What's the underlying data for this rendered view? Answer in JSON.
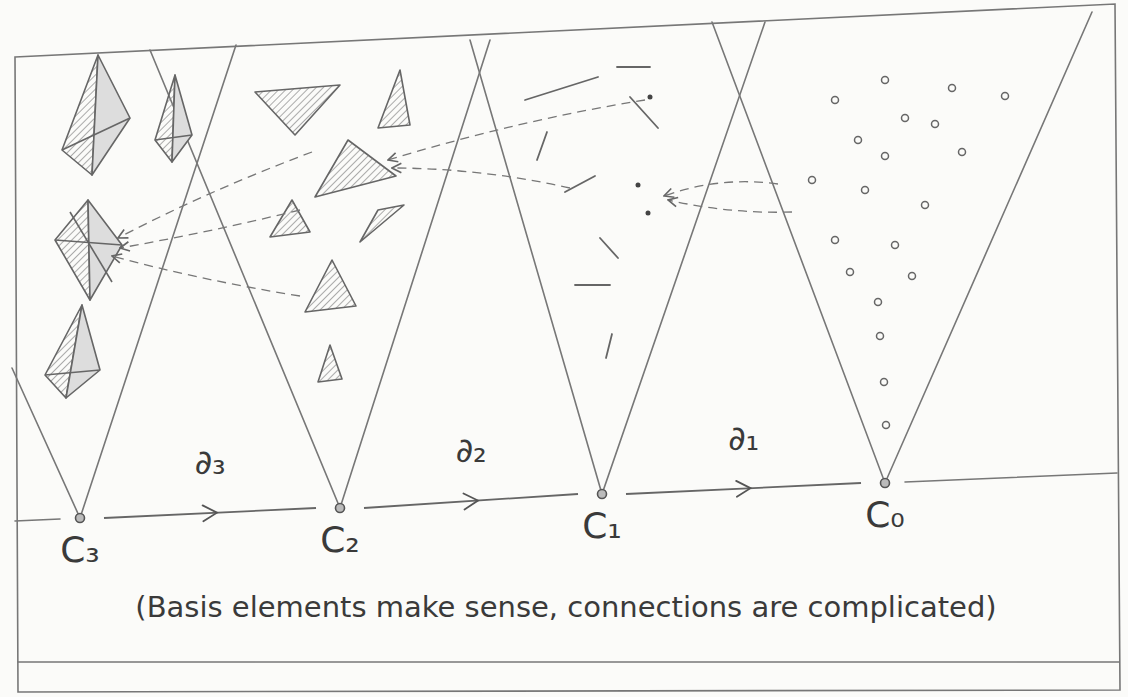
{
  "diagram": {
    "caption": "(Basis elements make sense, connections are complicated)",
    "nodes": [
      {
        "text": [
          "C₃"
        ]
      },
      {
        "text": [
          "C₂"
        ]
      },
      {
        "text": [
          "C₁"
        ]
      },
      {
        "text": [
          "C₀"
        ]
      }
    ],
    "edges": [
      {
        "from": 0,
        "to": 1,
        "arrow": "to",
        "label": "∂₃"
      },
      {
        "from": 1,
        "to": 2,
        "arrow": "to",
        "label": "∂₂"
      },
      {
        "from": 2,
        "to": 3,
        "arrow": "to",
        "label": "∂₁"
      }
    ]
  }
}
